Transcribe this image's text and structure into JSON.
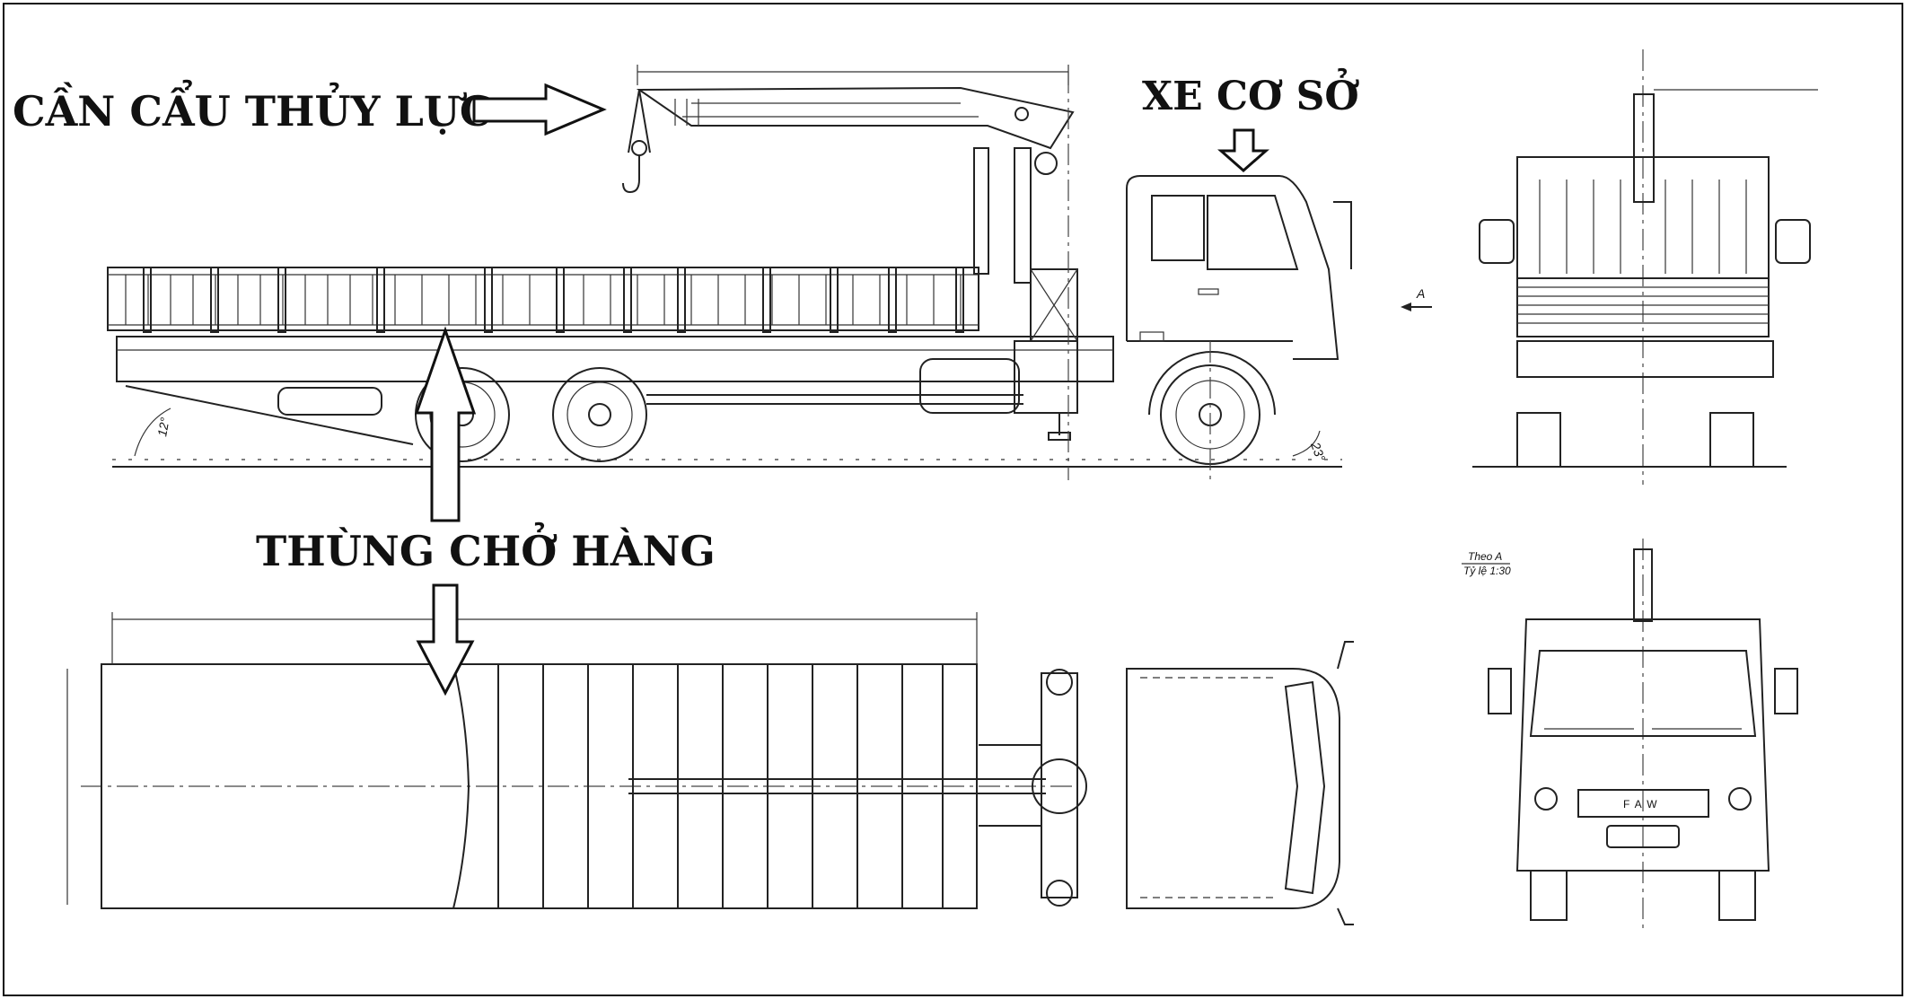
{
  "labels": {
    "crane": "CẦN CẨU THỦY LỰC",
    "base_vehicle": "XE CƠ SỞ",
    "cargo_box": "THÙNG CHỞ HÀNG"
  },
  "view_marker": "A",
  "front_view_caption": "Theo A",
  "scale_caption": "Tỷ lệ 1:30",
  "dimensions": {
    "rear_angle": "12°",
    "front_angle": "23°"
  },
  "grille_badge": "FAW"
}
